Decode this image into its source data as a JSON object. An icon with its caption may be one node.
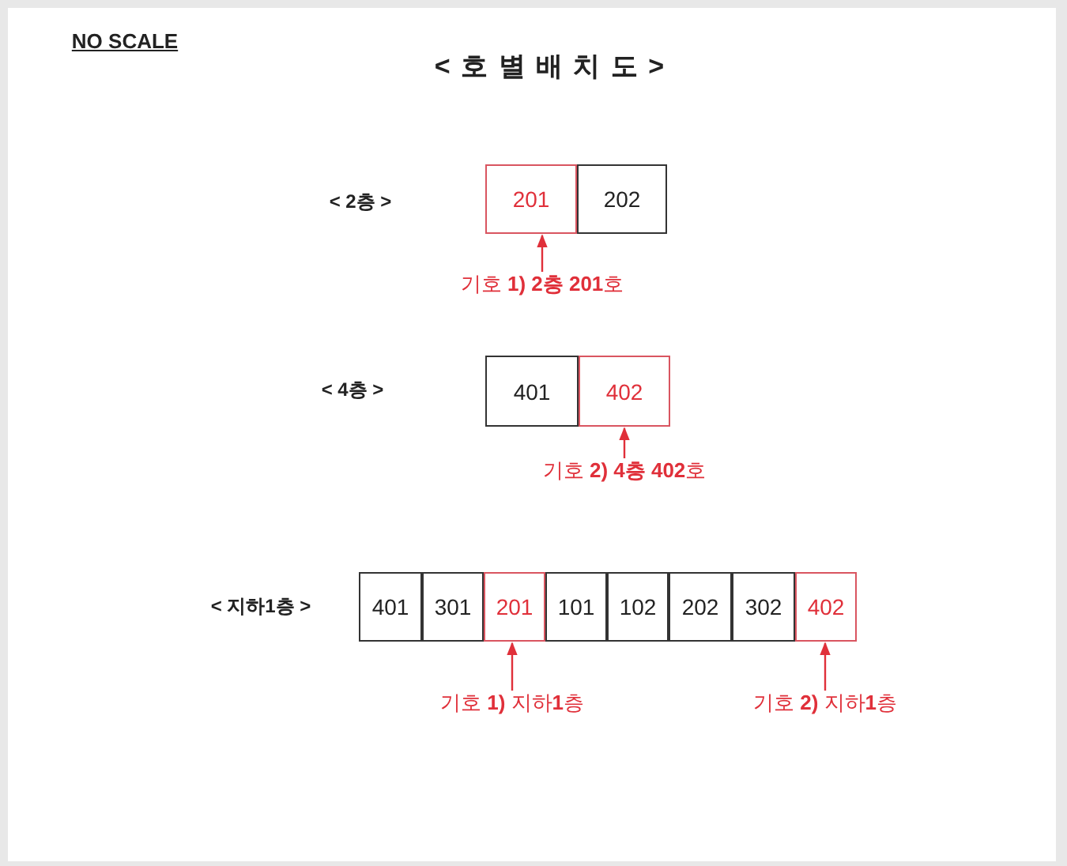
{
  "diagram": {
    "title": "< 호 별 배 치 도 >",
    "nodes": [
      {
        "text": [
          "201"
        ]
      },
      {
        "text": [
          "202"
        ]
      },
      {
        "text": [
          "기호 **1) 2층 201**호"
        ]
      },
      {
        "text": [
          "401"
        ]
      },
      {
        "text": [
          "402"
        ]
      },
      {
        "text": [
          "기호 **2) 4층 402**호"
        ]
      },
      {
        "text": [
          "401"
        ]
      },
      {
        "text": [
          "301"
        ]
      },
      {
        "text": [
          "201"
        ]
      },
      {
        "text": [
          "101"
        ]
      },
      {
        "text": [
          "102"
        ]
      },
      {
        "text": [
          "202"
        ]
      },
      {
        "text": [
          "302"
        ]
      },
      {
        "text": [
          "402"
        ]
      },
      {
        "text": [
          "기호 **1)** 지하**1**층"
        ]
      },
      {
        "text": [
          "기호 **2)** 지하**1**층"
        ]
      }
    ],
    "edges": [
      {
        "from": 2,
        "to": 0,
        "arrow": "to"
      },
      {
        "from": 5,
        "to": 4,
        "arrow": "to"
      },
      {
        "from": 14,
        "to": 8,
        "arrow": "to"
      },
      {
        "from": 15,
        "to": 13,
        "arrow": "to"
      }
    ],
    "labels": [
      "NO SCALE",
      "< 2층 >",
      "< 4층 >",
      "< 지하1층 >"
    ]
  }
}
